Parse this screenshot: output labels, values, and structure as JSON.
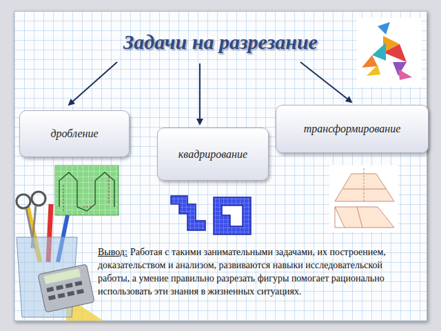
{
  "diagram": {
    "title": "Задачи на разрезание",
    "nodes": [
      {
        "text": [
          "дробление"
        ]
      },
      {
        "text": [
          "квадрирование"
        ]
      },
      {
        "text": [
          "трансформирование"
        ]
      }
    ],
    "labels": [
      "Вывод:",
      "Работая с такими занимательными задачами, их построением, доказательством  и анализом, развиваются навыки исследовательской работы, а умение правильно разрезать фигуры помогает рационально использовать эти знания в жизненных ситуациях."
    ]
  }
}
